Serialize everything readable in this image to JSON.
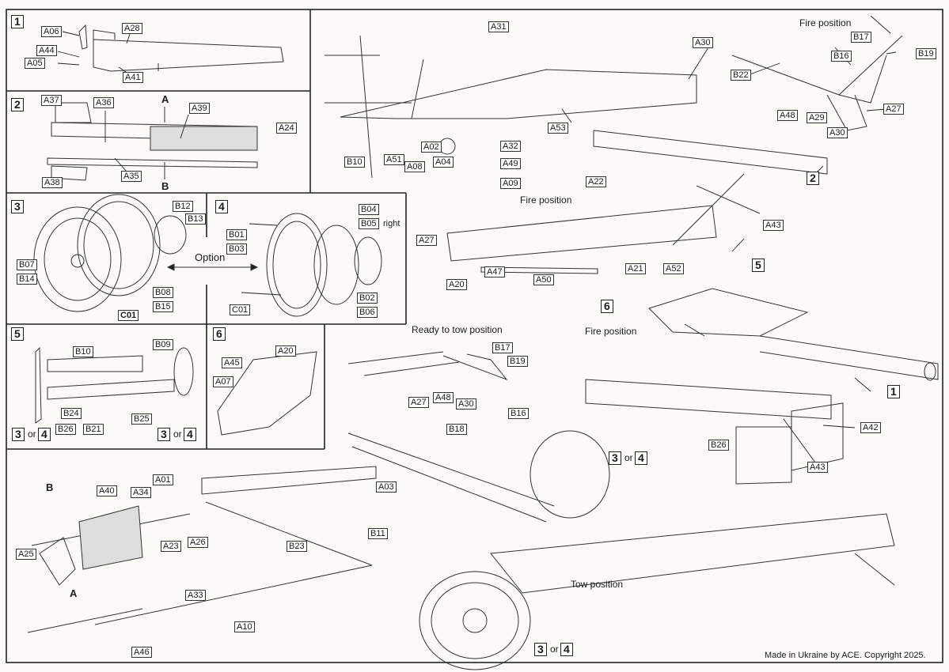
{
  "sheet": {
    "footer": "Made in Ukraine by ACE. Copyright 2025.",
    "or_text": "or"
  },
  "panels": {
    "p1": {
      "number": "1",
      "labels": [
        "A06",
        "A28",
        "A44",
        "A05",
        "A41"
      ]
    },
    "p2": {
      "number": "2",
      "labels": [
        "A37",
        "A36",
        "A39",
        "A24",
        "A35",
        "A38"
      ],
      "arrows": [
        "A",
        "B"
      ]
    },
    "p3": {
      "number": "3",
      "labels": [
        "B12",
        "B13",
        "B07",
        "B14",
        "B08",
        "B15",
        "C01"
      ]
    },
    "p4": {
      "number": "4",
      "labels": [
        "B04",
        "B05",
        "B01",
        "B03",
        "C01",
        "B02",
        "B06"
      ],
      "right_note": "right"
    },
    "p34_option": "Option",
    "p5": {
      "number": "5",
      "labels": [
        "B10",
        "B09",
        "B24",
        "B26",
        "B21",
        "B25"
      ],
      "alt_left": [
        "3",
        "4"
      ],
      "alt_right": [
        "3",
        "4"
      ]
    },
    "p6": {
      "number": "6",
      "labels": [
        "A20",
        "A45",
        "A07"
      ]
    }
  },
  "main": {
    "top_trail": {
      "labels": [
        "A31",
        "A30",
        "B10",
        "A51",
        "A08",
        "A02",
        "A04",
        "A32",
        "A53",
        "A49",
        "A09"
      ]
    },
    "fire_pos_tr": {
      "caption": "Fire position",
      "labels": [
        "B17",
        "B16",
        "B19",
        "B22",
        "A48",
        "A29",
        "A27",
        "A30"
      ],
      "step_ref": "2"
    },
    "fire_pos_mid": {
      "caption": "Fire position",
      "labels": [
        "A22",
        "A43",
        "A27",
        "A47",
        "A20",
        "A50",
        "A21",
        "A52"
      ],
      "step_ref": "5"
    },
    "ready_to_tow": {
      "caption": "Ready to tow position",
      "labels": [
        "B17",
        "B19",
        "A27",
        "A48",
        "A30",
        "B16"
      ]
    },
    "fire_pos_gun": {
      "caption": "Fire position",
      "labels": [
        "B26",
        "A42",
        "A43"
      ],
      "step_refs": [
        "6",
        "1"
      ],
      "wheel_alt": [
        "3",
        "4"
      ]
    },
    "tow_position": {
      "caption": "Tow position",
      "labels": [
        "B18"
      ],
      "wheel_alt_top": [
        "3",
        "4"
      ],
      "wheel_alt_bottom": [
        "3",
        "4"
      ]
    },
    "lower_trail": {
      "labels": [
        "A40",
        "A34",
        "A01",
        "A03",
        "A25",
        "A23",
        "A26",
        "B23",
        "B11",
        "A33",
        "A10",
        "A46"
      ],
      "arrows": [
        "B",
        "A"
      ]
    }
  }
}
